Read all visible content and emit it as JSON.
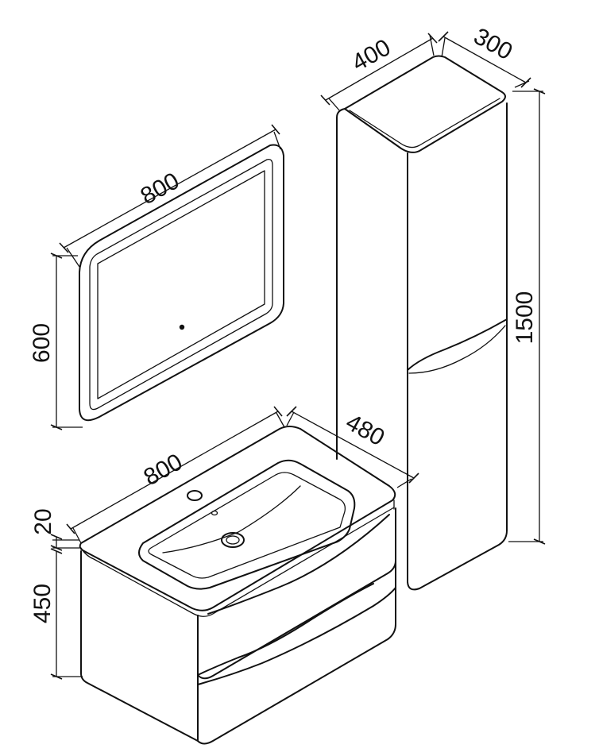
{
  "dimensions": {
    "mirror_width": "800",
    "mirror_height": "600",
    "cabinet_width": "800",
    "cabinet_depth": "480",
    "worktop_thickness": "20",
    "cabinet_height": "450",
    "column_width": "400",
    "column_depth": "300",
    "column_height": "1500"
  }
}
